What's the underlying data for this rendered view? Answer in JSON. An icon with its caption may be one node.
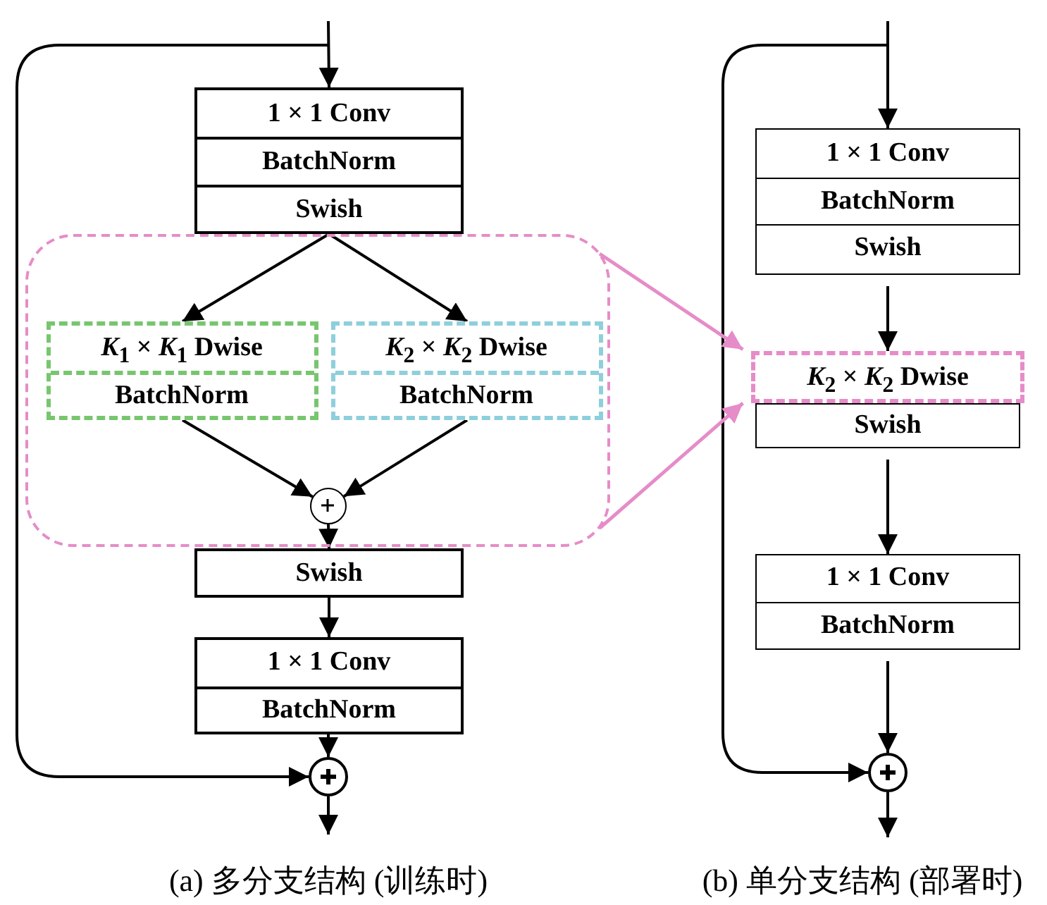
{
  "diagram": {
    "nodes": [
      {
        "text": [
          "1 × 1 Conv",
          "BatchNorm",
          "Swish"
        ]
      },
      {
        "text": [],
        "shape": "box"
      },
      {
        "text": [
          "*K*$_{1}$ × *K*$_{1}$ Dwise",
          "BatchNorm"
        ],
        "in": 1
      },
      {
        "text": [
          "*K*$_{2}$ × *K*$_{2}$ Dwise",
          "BatchNorm"
        ],
        "in": 1
      },
      {
        "text": [],
        "shape": "circle",
        "in": 1
      },
      {
        "text": [
          "Swish"
        ]
      },
      {
        "text": [
          "1 × 1 Conv",
          "BatchNorm"
        ]
      },
      {
        "text": [],
        "shape": "circle"
      },
      {
        "text": [
          "1 × 1 Conv",
          "BatchNorm",
          "Swish"
        ]
      },
      {
        "text": [
          "*K*$_{2}$ × *K*$_{2}$ Dwise"
        ]
      },
      {
        "text": [
          "Swish"
        ]
      },
      {
        "text": [
          "1 × 1 Conv",
          "BatchNorm"
        ]
      },
      {
        "text": [],
        "shape": "circle"
      }
    ],
    "edges": [
      {
        "from": null,
        "to": 0,
        "arrow": "to"
      },
      {
        "from": null,
        "to": 7,
        "arrow": "to"
      },
      {
        "from": 0,
        "to": 2,
        "arrow": "to"
      },
      {
        "from": 0,
        "to": 3,
        "arrow": "to"
      },
      {
        "from": 2,
        "to": 4,
        "arrow": "to"
      },
      {
        "from": 3,
        "to": 4,
        "arrow": "to"
      },
      {
        "from": 4,
        "to": 5,
        "arrow": "to"
      },
      {
        "from": 5,
        "to": 6,
        "arrow": "to"
      },
      {
        "from": 6,
        "to": 7,
        "arrow": "to"
      },
      {
        "from": 7,
        "to": null,
        "arrow": "to"
      },
      {
        "from": null,
        "to": 8,
        "arrow": "to"
      },
      {
        "from": null,
        "to": 12,
        "arrow": "to"
      },
      {
        "from": 8,
        "to": 9,
        "arrow": "to"
      },
      {
        "from": 10,
        "to": 11,
        "arrow": "to"
      },
      {
        "from": 11,
        "to": 12,
        "arrow": "to"
      },
      {
        "from": 12,
        "to": null,
        "arrow": "to"
      },
      {
        "from": 1,
        "to": 9,
        "arrow": "to",
        "color": "#e68cc8"
      },
      {
        "from": 1,
        "to": 9,
        "arrow": "to",
        "color": "#e68cc8"
      }
    ],
    "labels": [
      "(a) 多分支结构 (训练时)",
      "(b) 单分支结构 (部署时)"
    ]
  }
}
